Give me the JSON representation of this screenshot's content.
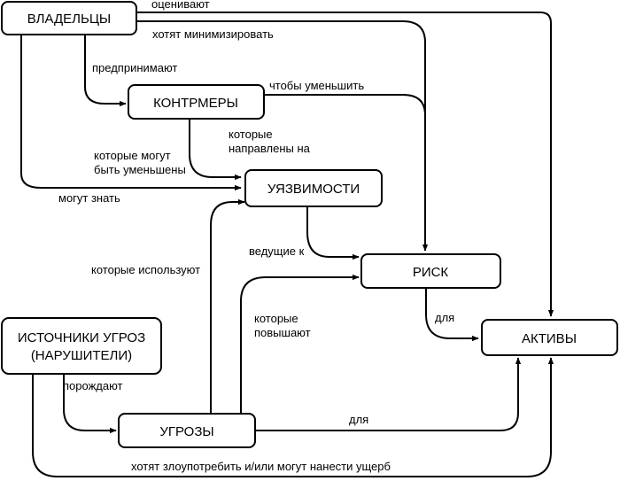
{
  "colors": {
    "stroke": "#000000",
    "background": "#ffffff"
  },
  "nodes": {
    "owners": "ВЛАДЕЛЬЦЫ",
    "countermeasures": "КОНТРМЕРЫ",
    "vulnerabilities": "УЯЗВИМОСТИ",
    "risk": "РИСК",
    "assets": "АКТИВЫ",
    "threat_sources_line1": "ИСТОЧНИКИ УГРОЗ",
    "threat_sources_line2": "(НАРУШИТЕЛИ)",
    "threats": "УГРОЗЫ"
  },
  "edges": {
    "owners_assets": "оценивают",
    "owners_risk": "хотят минимизировать",
    "owners_countermeasures": "предпринимают",
    "countermeasures_risk": "чтобы уменьшить",
    "countermeasures_vuln_line1": "которые",
    "countermeasures_vuln_line2": "направлены на",
    "owners_vuln_reduce_line1": "которые могут",
    "owners_vuln_reduce_line2": "быть уменьшены",
    "owners_vuln_know": "могут знать",
    "vuln_risk": "ведущие к",
    "threats_vuln": "которые используют",
    "threats_risk_line1": "которые",
    "threats_risk_line2": "повышают",
    "risk_assets": "для",
    "sources_threats": "порождают",
    "threats_assets": "для",
    "sources_assets": "хотят злоупотребить и/или могут нанести ущерб"
  }
}
